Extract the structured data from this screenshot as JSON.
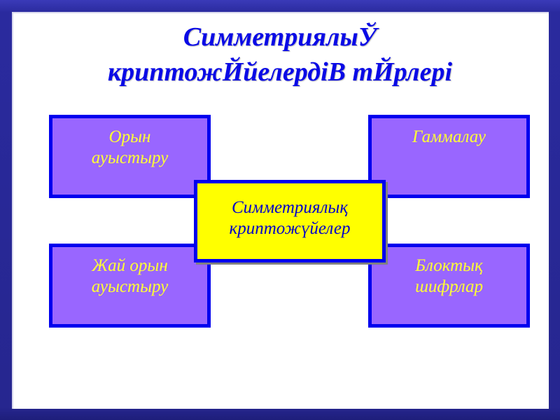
{
  "slide": {
    "title_lines": [
      "СимметриялыЎ",
      "криптожЙйелердіВ тЙрлері"
    ],
    "colors": {
      "frame": "#2a2a9a",
      "background": "#ffffff",
      "title": "#0a0ae6",
      "box_fill": "#9966ff",
      "box_border": "#0000ee",
      "box_text": "#ffff33",
      "center_fill": "#ffff00",
      "center_text": "#0000cc"
    }
  },
  "diagram": {
    "center": {
      "lines": [
        "Симметриялық",
        "криптожүйелер"
      ]
    },
    "nodes": [
      {
        "position": "top-left",
        "lines": [
          "Орын",
          "ауыстыру"
        ]
      },
      {
        "position": "top-right",
        "lines": [
          "Гаммалау"
        ]
      },
      {
        "position": "bottom-left",
        "lines": [
          "Жай орын",
          "ауыстыру"
        ]
      },
      {
        "position": "bottom-right",
        "lines": [
          "Блоктық",
          "шифрлар"
        ]
      }
    ]
  }
}
